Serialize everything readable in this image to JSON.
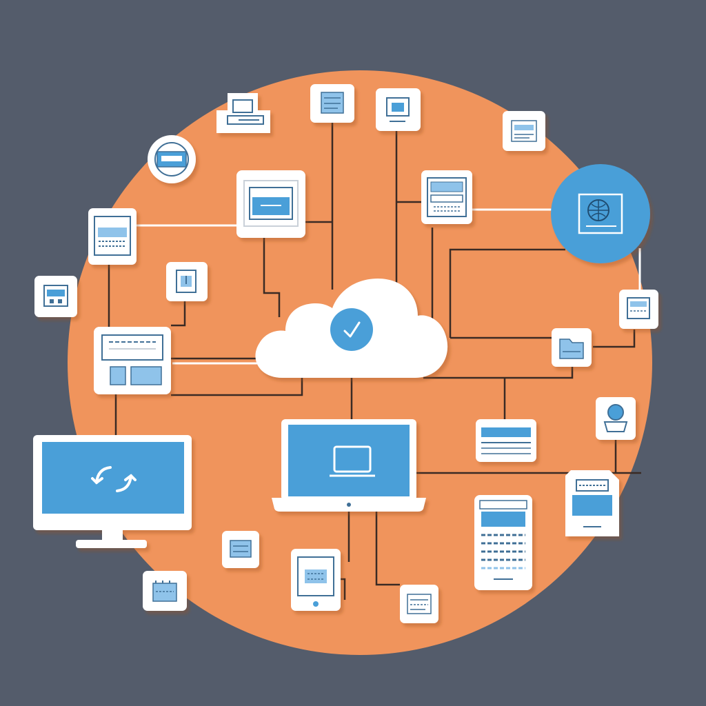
{
  "colors": {
    "background": "#545c6b",
    "circle": "#f0945c",
    "card": "#ffffff",
    "card_border": "#e3e7ec",
    "shadow": "#c96f3b",
    "accent_blue": "#4a9fd8",
    "blue_light": "#8fc3ea",
    "line_dark": "#3a2a24",
    "line_light": "#ffffff"
  },
  "hub": {
    "kind": "cloud",
    "badge_icon": "check-icon"
  },
  "nodes": [
    {
      "id": "server-top-left",
      "kind": "small-card",
      "icon": "server-icon"
    },
    {
      "id": "document-top",
      "kind": "small-card",
      "icon": "document-icon"
    },
    {
      "id": "window-top",
      "kind": "small-card",
      "icon": "window-icon"
    },
    {
      "id": "panel-top-right",
      "kind": "small-card",
      "icon": "panel-icon"
    },
    {
      "id": "printer-round",
      "kind": "round-card",
      "icon": "printer-icon"
    },
    {
      "id": "browser-card",
      "kind": "medium-card",
      "icon": "browser-window-icon"
    },
    {
      "id": "dashboard-card",
      "kind": "medium-card",
      "icon": "dashboard-icon"
    },
    {
      "id": "globe-badge",
      "kind": "round-blue",
      "icon": "globe-icon"
    },
    {
      "id": "keyboard-card",
      "kind": "medium-card",
      "icon": "keyboard-icon"
    },
    {
      "id": "storage-card",
      "kind": "small-card",
      "icon": "storage-icon"
    },
    {
      "id": "building-card",
      "kind": "small-card",
      "icon": "building-icon"
    },
    {
      "id": "app-card-left",
      "kind": "wide-card",
      "icon": "app-window-icon"
    },
    {
      "id": "mini-card-right",
      "kind": "small-card",
      "icon": "panel-icon"
    },
    {
      "id": "folder-card-right",
      "kind": "small-card",
      "icon": "folder-icon"
    },
    {
      "id": "desktop-monitor",
      "kind": "monitor",
      "icon": "sync-icon"
    },
    {
      "id": "laptop",
      "kind": "laptop",
      "icon": "laptop-icon"
    },
    {
      "id": "list-card",
      "kind": "medium-card",
      "icon": "list-icon"
    },
    {
      "id": "camera-card",
      "kind": "small-card",
      "icon": "camera-icon"
    },
    {
      "id": "tablet-right",
      "kind": "tablet",
      "icon": "tablet-icon"
    },
    {
      "id": "calculator-device",
      "kind": "device",
      "icon": "calculator-icon"
    },
    {
      "id": "file-card-bottom",
      "kind": "small-card",
      "icon": "file-icon"
    },
    {
      "id": "chip-card-bottom",
      "kind": "small-card",
      "icon": "chip-icon"
    },
    {
      "id": "ebook-reader",
      "kind": "reader",
      "icon": "ebook-icon"
    },
    {
      "id": "note-card-bottom",
      "kind": "small-card",
      "icon": "note-icon"
    }
  ]
}
